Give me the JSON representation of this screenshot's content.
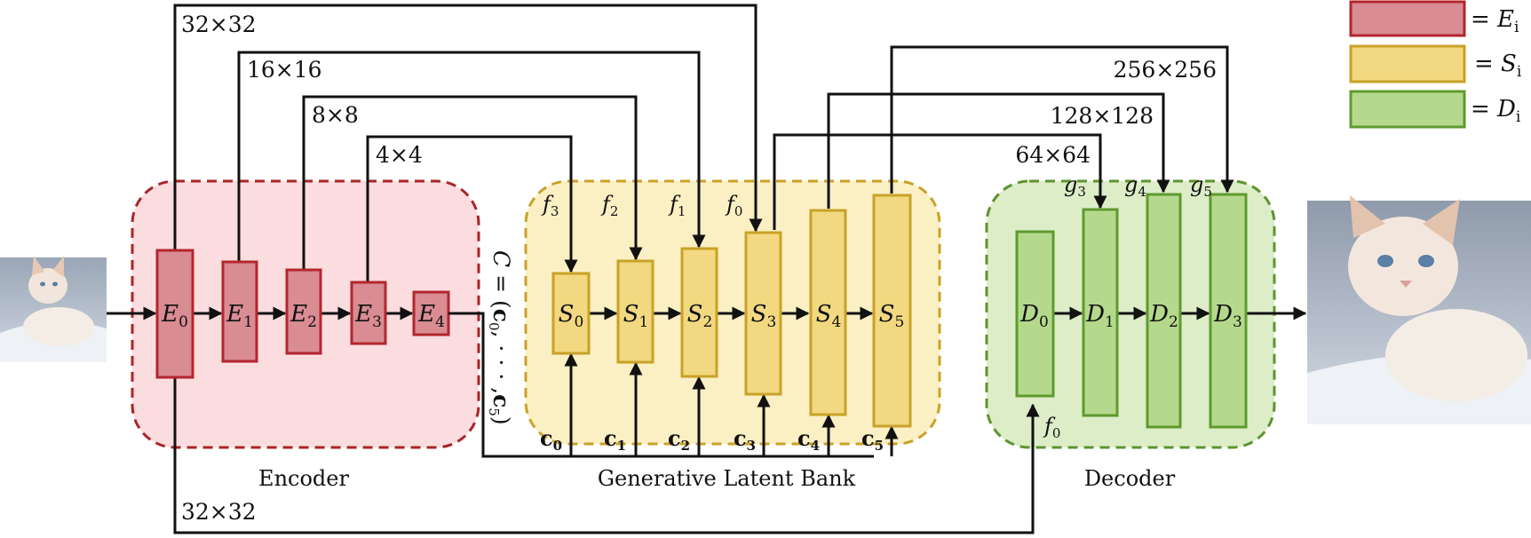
{
  "colors": {
    "encoder_fill": "#d98c92",
    "encoder_stroke": "#b3262d",
    "encoder_region": "#fbdcdf",
    "encoder_region_stroke": "#a6262a",
    "bank_fill": "#f2d880",
    "bank_stroke": "#c8a227",
    "bank_region": "#fbefc4",
    "bank_region_stroke": "#c9a227",
    "decoder_fill": "#b5d98c",
    "decoder_stroke": "#5e9a2e",
    "decoder_region": "#dcedc8",
    "decoder_region_stroke": "#5f932e",
    "line": "#111111"
  },
  "groups": {
    "encoder": "Encoder",
    "bank": "Generative Latent Bank",
    "decoder": "Decoder"
  },
  "legend": {
    "encoder": {
      "eq": "= E",
      "sub": "i"
    },
    "bank": {
      "eq": "= S",
      "sub": "i"
    },
    "decoder": {
      "eq": "= D",
      "sub": "i"
    }
  },
  "resolutions": {
    "r32_top": "32×32",
    "r16": "16×16",
    "r8": "8×8",
    "r4": "4×4",
    "r256": "256×256",
    "r128": "128×128",
    "r64": "64×64",
    "r32_bottom": "32×32"
  },
  "encoder_blocks": [
    {
      "base": "E",
      "sub": "0"
    },
    {
      "base": "E",
      "sub": "1"
    },
    {
      "base": "E",
      "sub": "2"
    },
    {
      "base": "E",
      "sub": "3"
    },
    {
      "base": "E",
      "sub": "4"
    }
  ],
  "bank_blocks": [
    {
      "base": "S",
      "sub": "0"
    },
    {
      "base": "S",
      "sub": "1"
    },
    {
      "base": "S",
      "sub": "2"
    },
    {
      "base": "S",
      "sub": "3"
    },
    {
      "base": "S",
      "sub": "4"
    },
    {
      "base": "S",
      "sub": "5"
    }
  ],
  "decoder_blocks": [
    {
      "base": "D",
      "sub": "0"
    },
    {
      "base": "D",
      "sub": "1"
    },
    {
      "base": "D",
      "sub": "2"
    },
    {
      "base": "D",
      "sub": "3"
    }
  ],
  "features_f": [
    {
      "base": "f",
      "sub": "3"
    },
    {
      "base": "f",
      "sub": "2"
    },
    {
      "base": "f",
      "sub": "1"
    },
    {
      "base": "f",
      "sub": "0"
    }
  ],
  "features_g": [
    {
      "base": "g",
      "sub": "3"
    },
    {
      "base": "g",
      "sub": "4"
    },
    {
      "base": "g",
      "sub": "5"
    }
  ],
  "decoder_input": {
    "base": "f",
    "sub": "0"
  },
  "latent_codes": [
    {
      "base": "c",
      "sub": "0"
    },
    {
      "base": "c",
      "sub": "1"
    },
    {
      "base": "c",
      "sub": "2"
    },
    {
      "base": "c",
      "sub": "3"
    },
    {
      "base": "c",
      "sub": "4"
    },
    {
      "base": "c",
      "sub": "5"
    }
  ],
  "latent_set": {
    "lhs": "C",
    "eq": " = (",
    "c0": "c",
    "c0_sub": "0",
    "mid": ", · · · ,",
    "c5": "c",
    "c5_sub": "5",
    "close": ")"
  }
}
